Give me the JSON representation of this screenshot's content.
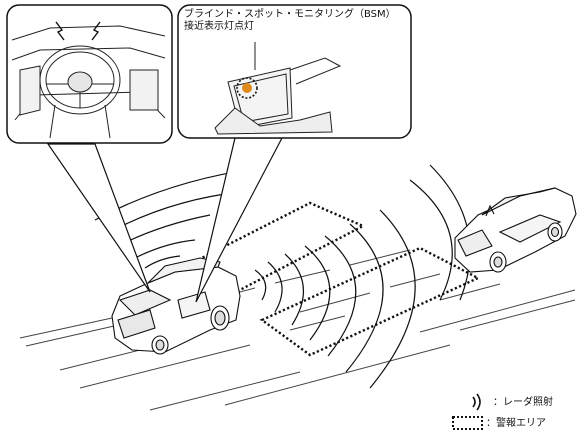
{
  "callout": {
    "title": "ブラインド・スポット・モニタリング（BSM）",
    "subtitle": "接近表示灯点灯"
  },
  "legend": {
    "radar_label": "：レーダ照射",
    "zone_label": "：警報エリア"
  },
  "colors": {
    "indicator": "#e08a1e",
    "line": "#222222"
  },
  "icons": [
    "warning-flash-icon",
    "radar-waves-icon",
    "warning-zone-icon"
  ]
}
